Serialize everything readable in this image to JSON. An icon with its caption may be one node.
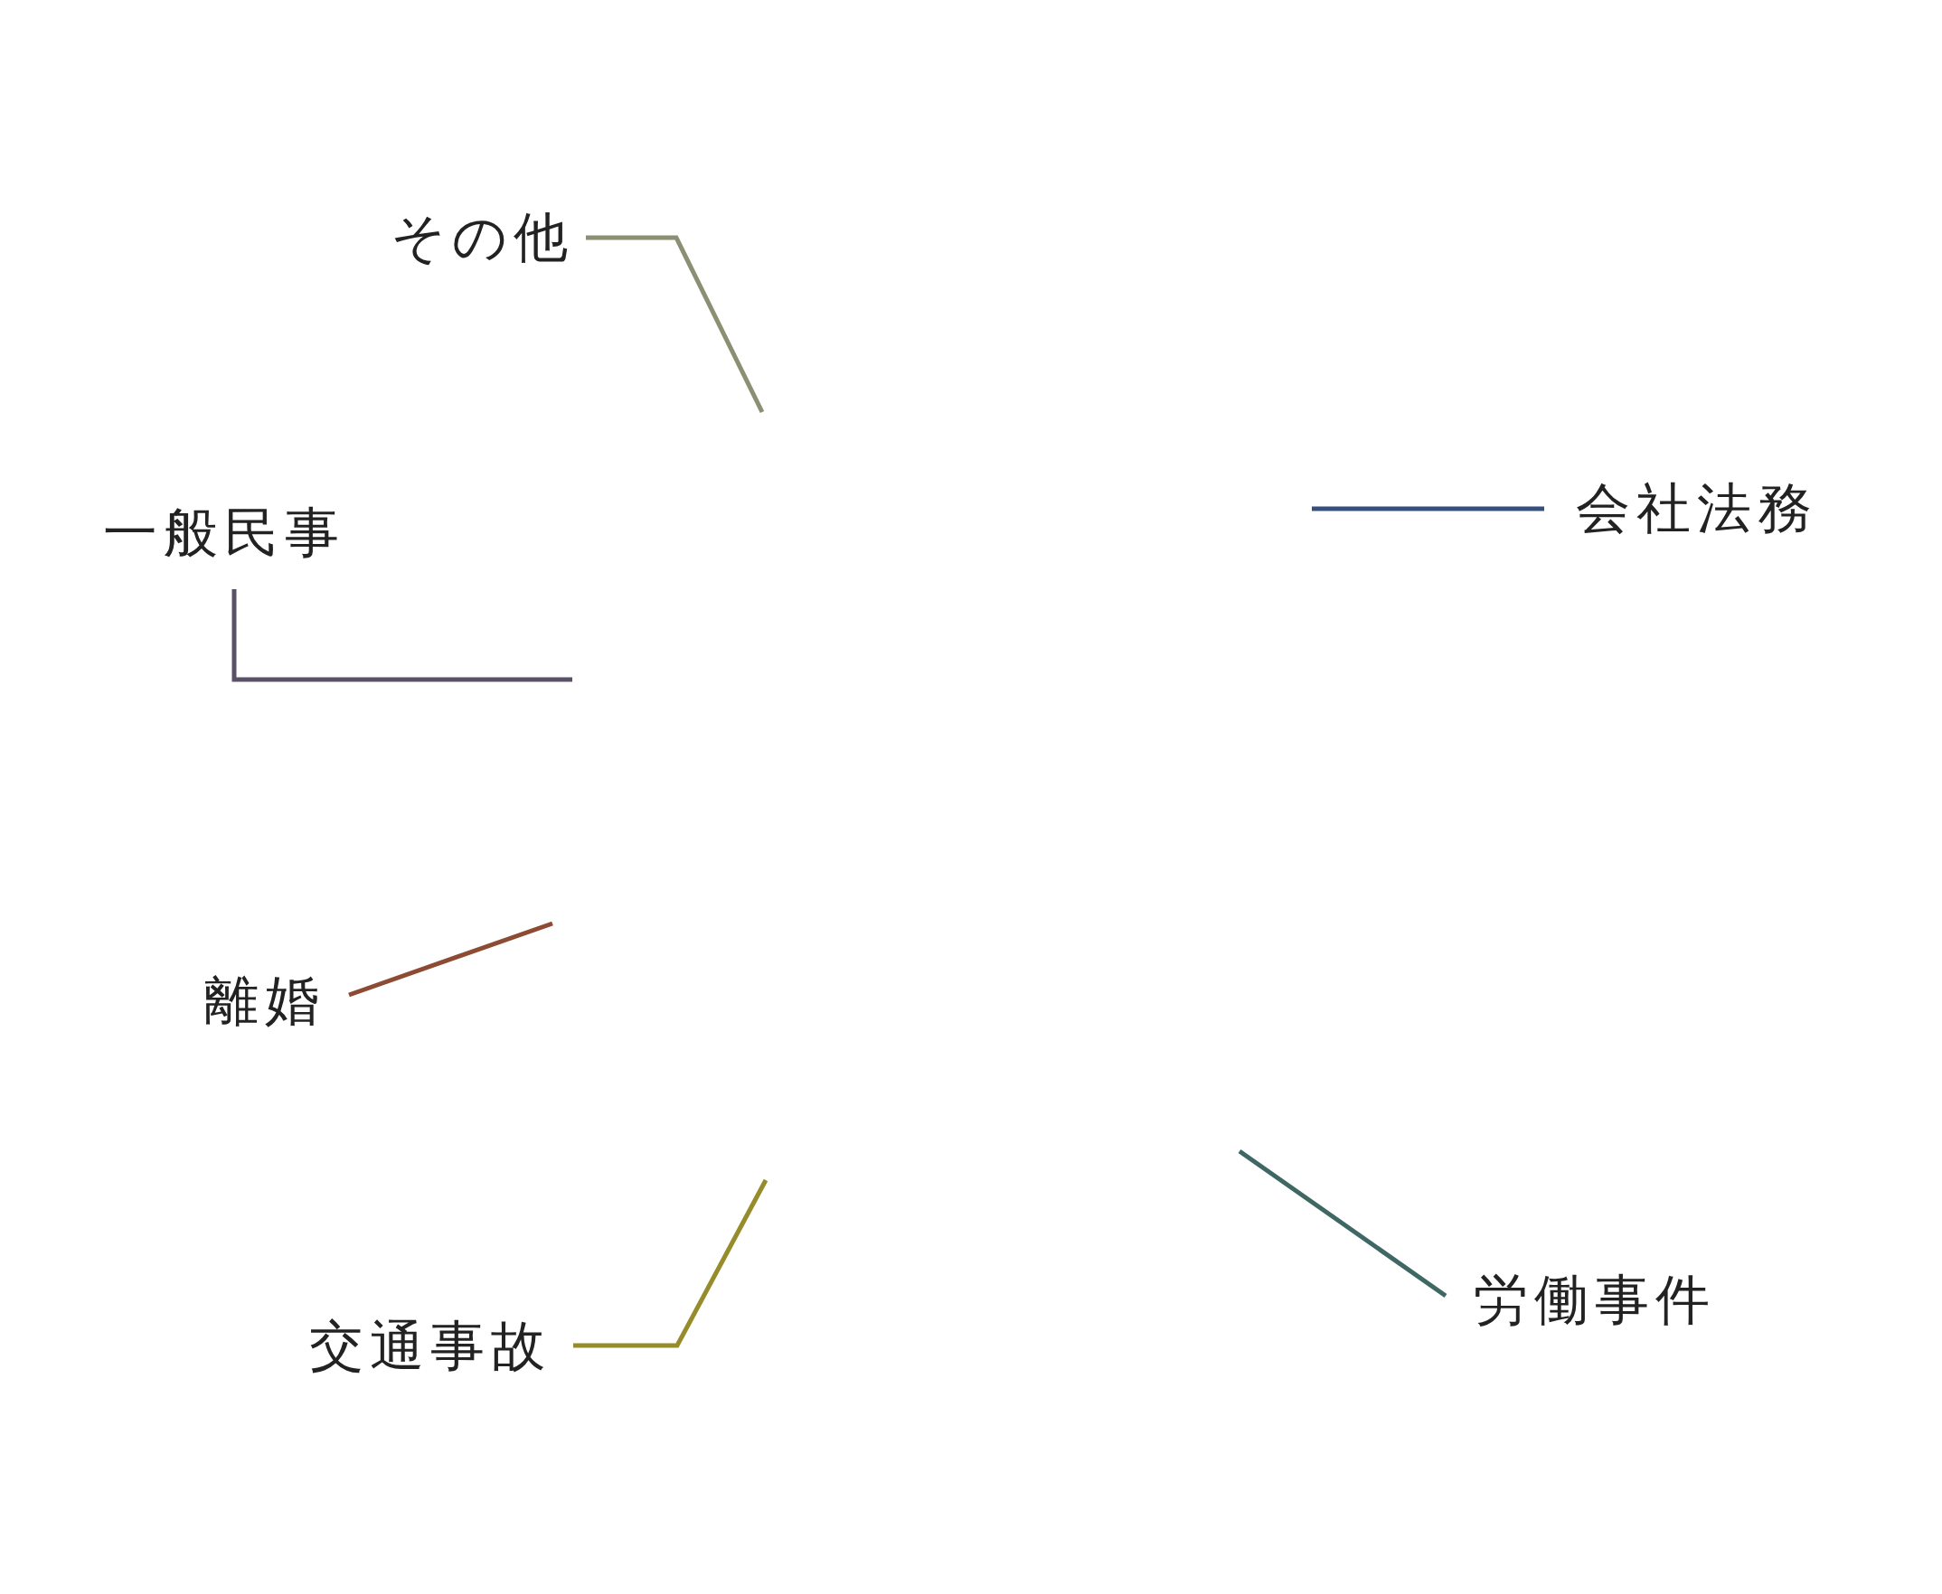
{
  "diagram": {
    "nodes": [
      {
        "text": [
          "その他"
        ]
      },
      {
        "text": [
          "会社法務"
        ]
      },
      {
        "text": [
          "一般民事"
        ]
      },
      {
        "text": [
          "離婚"
        ]
      },
      {
        "text": [
          "労働事件"
        ]
      },
      {
        "text": [
          "交通事故"
        ]
      }
    ],
    "edges": [
      {
        "from": 0,
        "to": null,
        "arrow": "none",
        "color": "#8b9074"
      },
      {
        "from": 1,
        "to": null,
        "arrow": "none",
        "color": "#35507e"
      },
      {
        "from": 2,
        "to": null,
        "arrow": "none",
        "color": "#5b5166"
      },
      {
        "from": 3,
        "to": null,
        "arrow": "none",
        "color": "#8c4b32"
      },
      {
        "from": 4,
        "to": null,
        "arrow": "none",
        "color": "#3f6865"
      },
      {
        "from": 5,
        "to": null,
        "arrow": "none",
        "color": "#968c2b"
      }
    ]
  }
}
